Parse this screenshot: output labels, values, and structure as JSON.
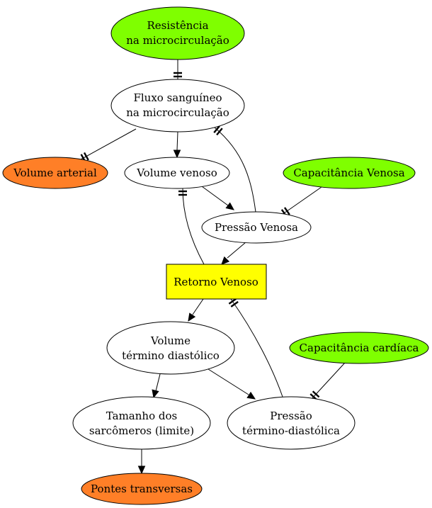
{
  "colors": {
    "green": "#7fff00",
    "orange": "#ff7f27",
    "yellow": "#ffff00",
    "white": "#ffffff"
  },
  "nodes": {
    "resistencia": {
      "line1": "Resistência",
      "line2": "na microcirculação",
      "fill": "green"
    },
    "fluxo": {
      "line1": "Fluxo sanguíneo",
      "line2": "na microcirculação",
      "fill": "white"
    },
    "volume_arterial": {
      "line1": "Volume arterial",
      "fill": "orange"
    },
    "volume_venoso": {
      "line1": "Volume venoso",
      "fill": "white"
    },
    "capacitancia_venosa": {
      "line1": "Capacitância Venosa",
      "fill": "green"
    },
    "pressao_venosa": {
      "line1": "Pressão Venosa",
      "fill": "white"
    },
    "retorno_venoso": {
      "line1": "Retorno Venoso",
      "fill": "yellow"
    },
    "volume_td": {
      "line1": "Volume",
      "line2": "término diastólico",
      "fill": "white"
    },
    "capacitancia_cardiaca": {
      "line1": "Capacitância cardíaca",
      "fill": "green"
    },
    "tamanho_sarcomeros": {
      "line1": "Tamanho dos",
      "line2": "sarcômeros (limite)",
      "fill": "white"
    },
    "pressao_td": {
      "line1": "Pressão",
      "line2": "término-diastólica",
      "fill": "white"
    },
    "pontes_transversas": {
      "line1": "Pontes transversas",
      "fill": "orange"
    }
  },
  "edges": [
    {
      "from": "resistencia",
      "to": "fluxo",
      "head": "tee"
    },
    {
      "from": "fluxo",
      "to": "volume_arterial",
      "head": "tee"
    },
    {
      "from": "fluxo",
      "to": "volume_venoso",
      "head": "arrow"
    },
    {
      "from": "pressao_venosa",
      "to": "fluxo",
      "head": "tee"
    },
    {
      "from": "volume_venoso",
      "to": "pressao_venosa",
      "head": "arrow"
    },
    {
      "from": "capacitancia_venosa",
      "to": "pressao_venosa",
      "head": "tee"
    },
    {
      "from": "retorno_venoso",
      "to": "volume_venoso",
      "head": "tee"
    },
    {
      "from": "pressao_venosa",
      "to": "retorno_venoso",
      "head": "arrow"
    },
    {
      "from": "retorno_venoso",
      "to": "volume_td",
      "head": "arrow"
    },
    {
      "from": "pressao_td",
      "to": "retorno_venoso",
      "head": "tee"
    },
    {
      "from": "volume_td",
      "to": "tamanho_sarcomeros",
      "head": "arrow"
    },
    {
      "from": "volume_td",
      "to": "pressao_td",
      "head": "arrow"
    },
    {
      "from": "capacitancia_cardiaca",
      "to": "pressao_td",
      "head": "tee"
    },
    {
      "from": "tamanho_sarcomeros",
      "to": "pontes_transversas",
      "head": "arrow"
    }
  ]
}
